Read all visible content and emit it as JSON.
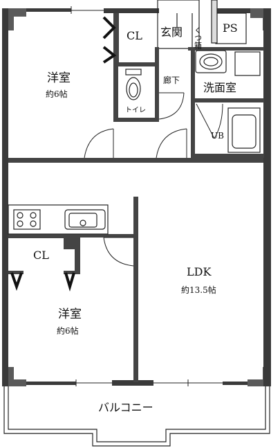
{
  "plan": {
    "rooms": {
      "western_room_top": {
        "name": "洋室",
        "size": "約6帖"
      },
      "western_room_bottom": {
        "name": "洋室",
        "size": "約6帖"
      },
      "ldk": {
        "name": "LDK",
        "size": "約13.5帖"
      },
      "closet_top": {
        "name": "CL"
      },
      "closet_bottom": {
        "name": "CL"
      },
      "entrance": {
        "name": "玄関"
      },
      "shoe_box": {
        "name": "くつ箱"
      },
      "pipe_space": {
        "name": "PS"
      },
      "corridor": {
        "name": "廊下"
      },
      "toilet": {
        "name": "トイレ"
      },
      "washroom": {
        "name": "洗面室"
      },
      "unit_bath": {
        "name": "UB"
      },
      "balcony": {
        "name": "バルコニー"
      }
    }
  }
}
